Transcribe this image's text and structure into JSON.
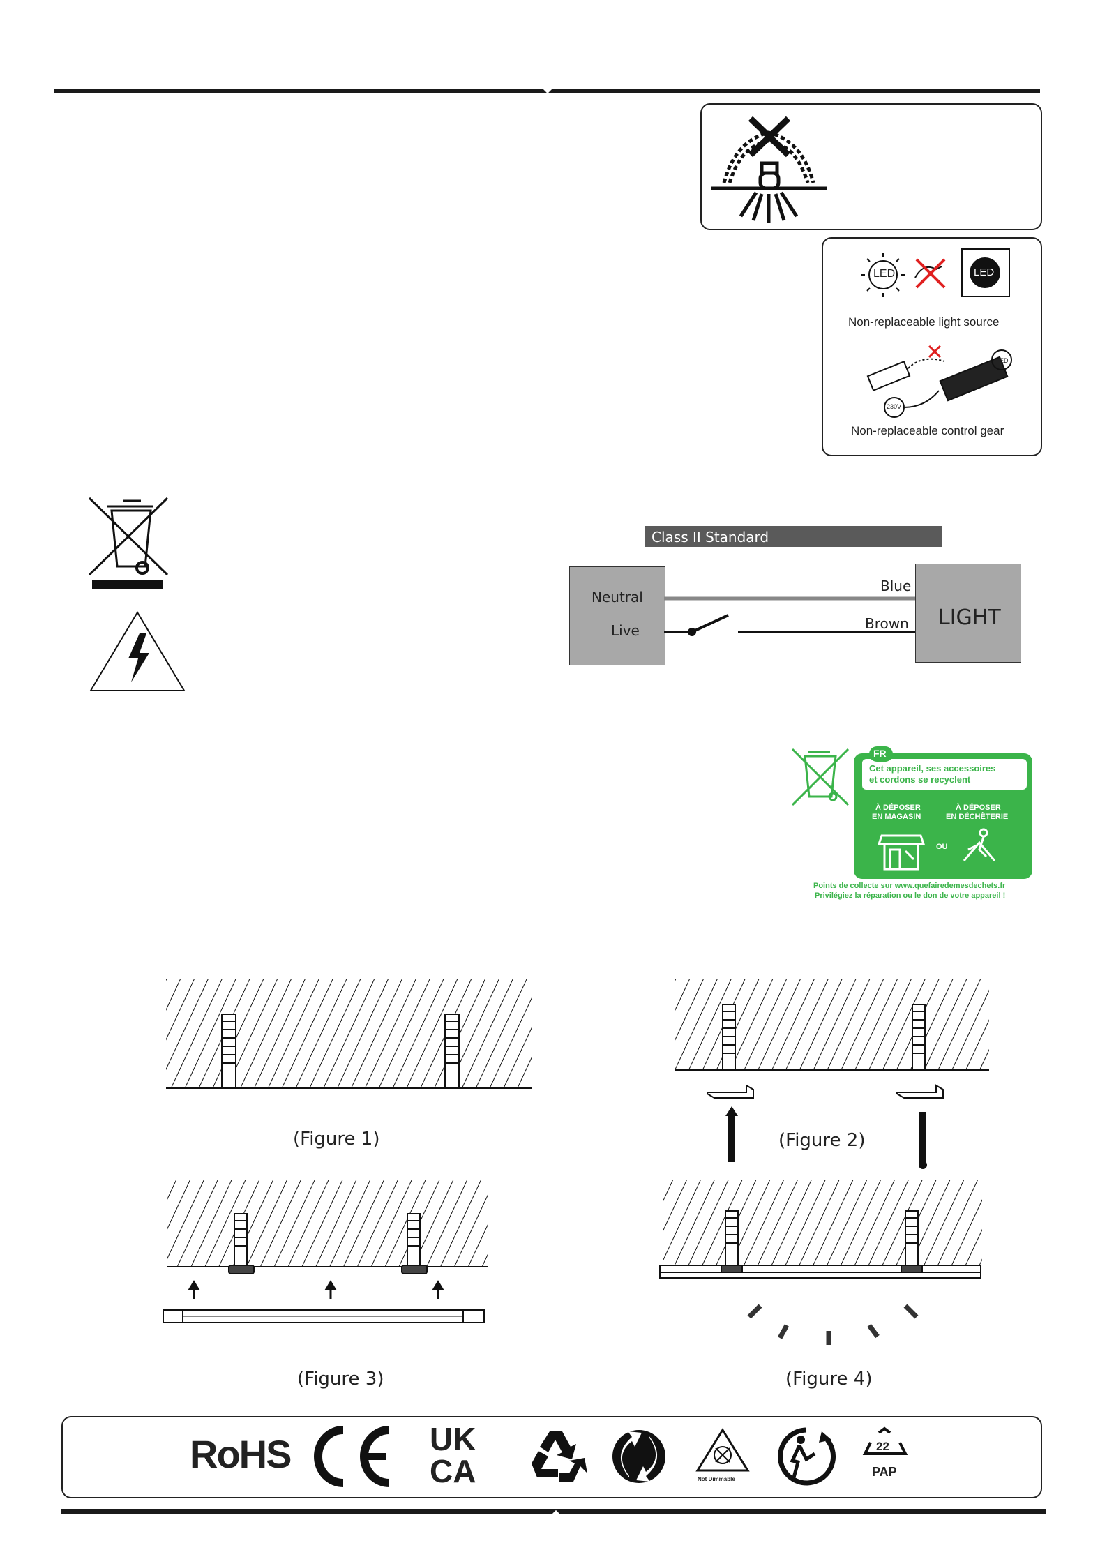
{
  "light_source_panel": {
    "led_label": "LED",
    "led_dark_label": "LED",
    "light_source_caption": "Non-replaceable light source",
    "control_gear_caption": "Non-replaceable control gear",
    "gear_voltage": "230V",
    "gear_led_label": "LED"
  },
  "wiring": {
    "title": "Class II Standard",
    "neutral": "Neutral",
    "live": "Live",
    "blue": "Blue",
    "brown": "Brown",
    "light": "LIGHT"
  },
  "recycling_fr": {
    "badge": "FR",
    "line1": "Cet appareil, ses accessoires",
    "line2": "et cordons  se recyclent",
    "store_line1": "À DÉPOSER",
    "store_line2": "EN MAGASIN",
    "or": "OU",
    "dump_line1": "À DÉPOSER",
    "dump_line2": "EN DÉCHÈTERIE",
    "footer1": "Points de collecte sur www.quefairedemesdechets.fr",
    "footer2": "Privilégiez la réparation ou le don de votre appareil !"
  },
  "figures": {
    "fig1": "(Figure 1)",
    "fig2": "(Figure 2)",
    "fig3": "(Figure 3)",
    "fig4": "(Figure 4)"
  },
  "cert_marks": {
    "rohs": "RoHS",
    "uk": "UK",
    "ca": "CA",
    "not_dimmable": "Not Dimmable",
    "pap_num": "22",
    "pap": "PAP"
  },
  "colors": {
    "green": "#3bb44a",
    "wire_box": "#a8a8a8",
    "header_bar": "#5a5a5a"
  }
}
